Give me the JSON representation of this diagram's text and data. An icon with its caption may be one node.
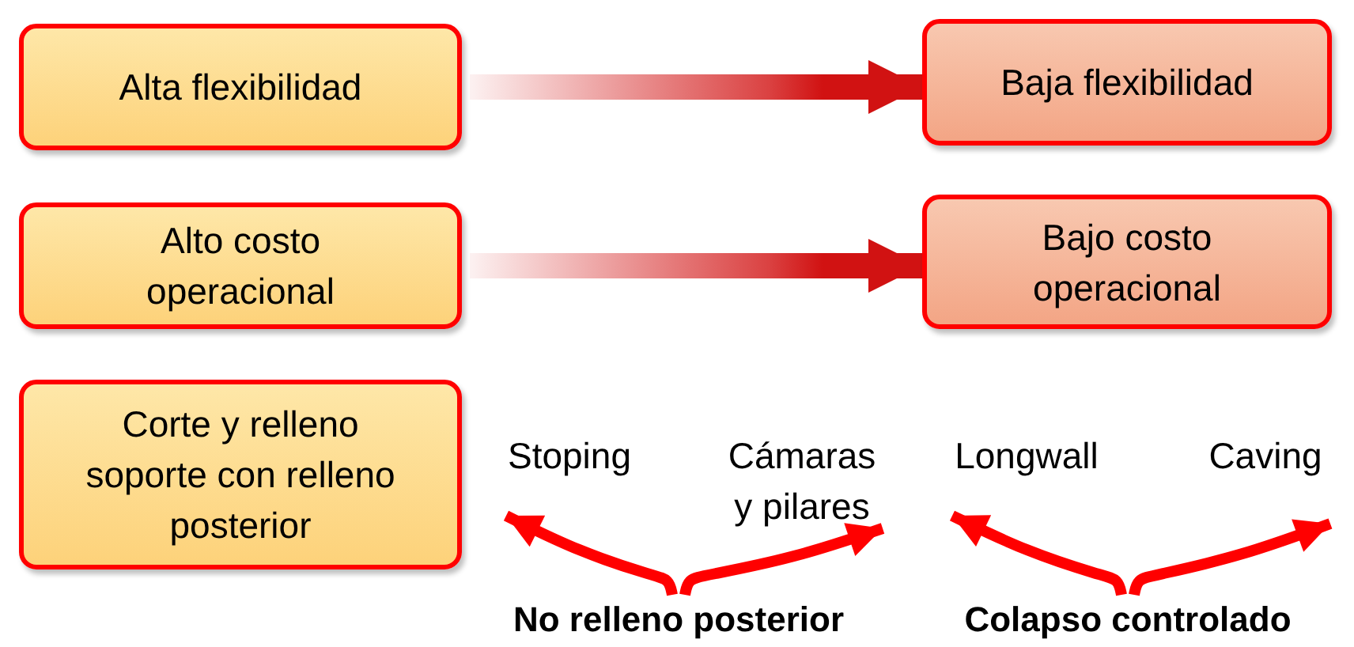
{
  "diagram": {
    "nodes": [
      {
        "text": [
          "Alta flexibilidad"
        ]
      },
      {
        "text": [
          "Baja flexibilidad"
        ]
      },
      {
        "text": [
          "Alto costo operacional"
        ]
      },
      {
        "text": [
          "Bajo costo operacional"
        ]
      },
      {
        "text": [
          "Corte y relleno soporte con relleno posterior"
        ]
      },
      {
        "text": [
          "Stoping"
        ]
      },
      {
        "text": [
          "Cámaras y pilares"
        ]
      },
      {
        "text": [
          "Longwall"
        ]
      },
      {
        "text": [
          "Caving"
        ]
      },
      {
        "text": [
          "No relleno posterior"
        ]
      },
      {
        "text": [
          "Colapso controlado"
        ]
      }
    ],
    "edges": [
      {
        "from": 0,
        "to": 1,
        "arrow": "to"
      },
      {
        "from": 2,
        "to": 3,
        "arrow": "to"
      },
      {
        "from": 9,
        "to": 5,
        "arrow": "to"
      },
      {
        "from": 9,
        "to": 6,
        "arrow": "to"
      },
      {
        "from": 10,
        "to": 7,
        "arrow": "to"
      },
      {
        "from": 10,
        "to": 8,
        "arrow": "to"
      }
    ]
  }
}
